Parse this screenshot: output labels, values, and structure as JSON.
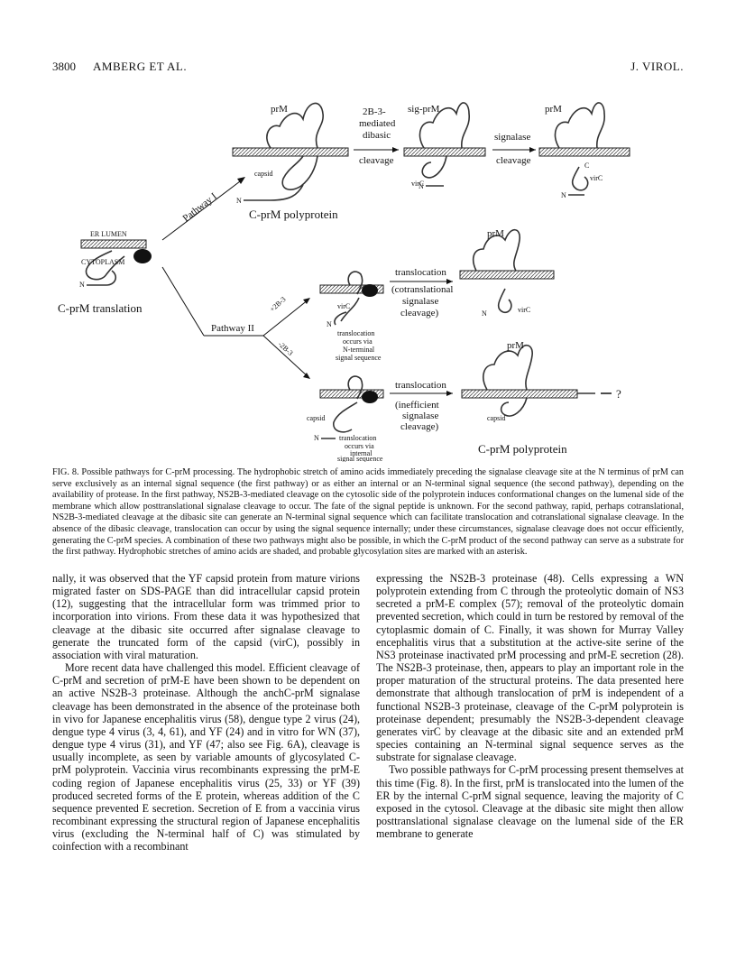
{
  "header": {
    "page_number": "3800",
    "authors": "AMBERG ET AL.",
    "journal": "J. VIROL."
  },
  "figure": {
    "er_lumen": "ER LUMEN",
    "cytoplasm": "CYTOPLASM",
    "n_term": "N",
    "c_term": "C",
    "start_label": "C-prM translation",
    "pathway1": "Pathway I",
    "pathway2": "Pathway II",
    "plus_2b3": "+2B-3",
    "minus_2b3": "-2B-3",
    "prm": "prM",
    "sig_prm": "sig-prM",
    "capsid": "capsid",
    "virc": "virC",
    "cprm_polyprotein": "C-prM polyprotein",
    "step_2b3_line1": "2B-3-",
    "step_2b3_line2": "mediated",
    "step_2b3_line3": "dibasic",
    "step_2b3_line4": "cleavage",
    "signalase_line1": "signalase",
    "signalase_line2": "cleavage",
    "translocation": "translocation",
    "cotrans_line1": "(cotranslational",
    "cotrans_line2": "signalase",
    "cotrans_line3": "cleavage)",
    "ineff_line1": "(inefficient",
    "ineff_line2": "signalase",
    "ineff_line3": "cleavage)",
    "nterm_note_line1": "translocation",
    "nterm_note_line2": "occurs via",
    "nterm_note_line3": "N-terminal",
    "nterm_note_line4": "signal sequence",
    "int_note_line1": "translocation",
    "int_note_line2": "occurs via",
    "int_note_line3": "internal",
    "int_note_line4": "signal sequence",
    "question": "?"
  },
  "caption": {
    "label": "FIG. 8.",
    "text": "Possible pathways for C-prM processing. The hydrophobic stretch of amino acids immediately preceding the signalase cleavage site at the N terminus of prM can serve exclusively as an internal signal sequence (the first pathway) or as either an internal or an N-terminal signal sequence (the second pathway), depending on the availability of protease. In the first pathway, NS2B-3-mediated cleavage on the cytosolic side of the polyprotein induces conformational changes on the lumenal side of the membrane which allow posttranslational signalase cleavage to occur. The fate of the signal peptide is unknown. For the second pathway, rapid, perhaps cotranslational, NS2B-3-mediated cleavage at the dibasic site can generate an N-terminal signal sequence which can facilitate translocation and cotranslational signalase cleavage. In the absence of the dibasic cleavage, translocation can occur by using the signal sequence internally; under these circumstances, signalase cleavage does not occur efficiently, generating the C-prM species. A combination of these two pathways might also be possible, in which the C-prM product of the second pathway can serve as a substrate for the first pathway. Hydrophobic stretches of amino acids are shaded, and probable glycosylation sites are marked with an asterisk."
  },
  "body": {
    "left_p1": "nally, it was observed that the YF capsid protein from mature virions migrated faster on SDS-PAGE than did intracellular capsid protein (12), suggesting that the intracellular form was trimmed prior to incorporation into virions. From these data it was hypothesized that cleavage at the dibasic site occurred after signalase cleavage to generate the truncated form of the capsid (virC), possibly in association with viral maturation.",
    "left_p2": "More recent data have challenged this model. Efficient cleavage of C-prM and secretion of prM-E have been shown to be dependent on an active NS2B-3 proteinase. Although the anchC-prM signalase cleavage has been demonstrated in the absence of the proteinase both in vivo for Japanese encephalitis virus (58), dengue type 2 virus (24), dengue type 4 virus (3, 4, 61), and YF (24) and in vitro for WN (37), dengue type 4 virus (31), and YF (47; also see Fig. 6A), cleavage is usually incomplete, as seen by variable amounts of glycosylated C-prM polyprotein. Vaccinia virus recombinants expressing the prM-E coding region of Japanese encephalitis virus (25, 33) or YF (39) produced secreted forms of the E protein, whereas addition of the C sequence prevented E secretion. Secretion of E from a vaccinia virus recombinant expressing the structural region of Japanese encephalitis virus (excluding the N-terminal half of C) was stimulated by coinfection with a recombinant",
    "right_p1": "expressing the NS2B-3 proteinase (48). Cells expressing a WN polyprotein extending from C through the proteolytic domain of NS3 secreted a prM-E complex (57); removal of the proteolytic domain prevented secretion, which could in turn be restored by removal of the cytoplasmic domain of C. Finally, it was shown for Murray Valley encephalitis virus that a substitution at the active-site serine of the NS3 proteinase inactivated prM processing and prM-E secretion (28). The NS2B-3 proteinase, then, appears to play an important role in the proper maturation of the structural proteins. The data presented here demonstrate that although translocation of prM is independent of a functional NS2B-3 proteinase, cleavage of the C-prM polyprotein is proteinase dependent; presumably the NS2B-3-dependent cleavage generates virC by cleavage at the dibasic site and an extended prM species containing an N-terminal signal sequence serves as the substrate for signalase cleavage.",
    "right_p2": "Two possible pathways for C-prM processing present themselves at this time (Fig. 8). In the first, prM is translocated into the lumen of the ER by the internal C-prM signal sequence, leaving the majority of C exposed in the cytosol. Cleavage at the dibasic site might then allow posttranslational signalase cleavage on the lumenal side of the ER membrane to generate"
  }
}
